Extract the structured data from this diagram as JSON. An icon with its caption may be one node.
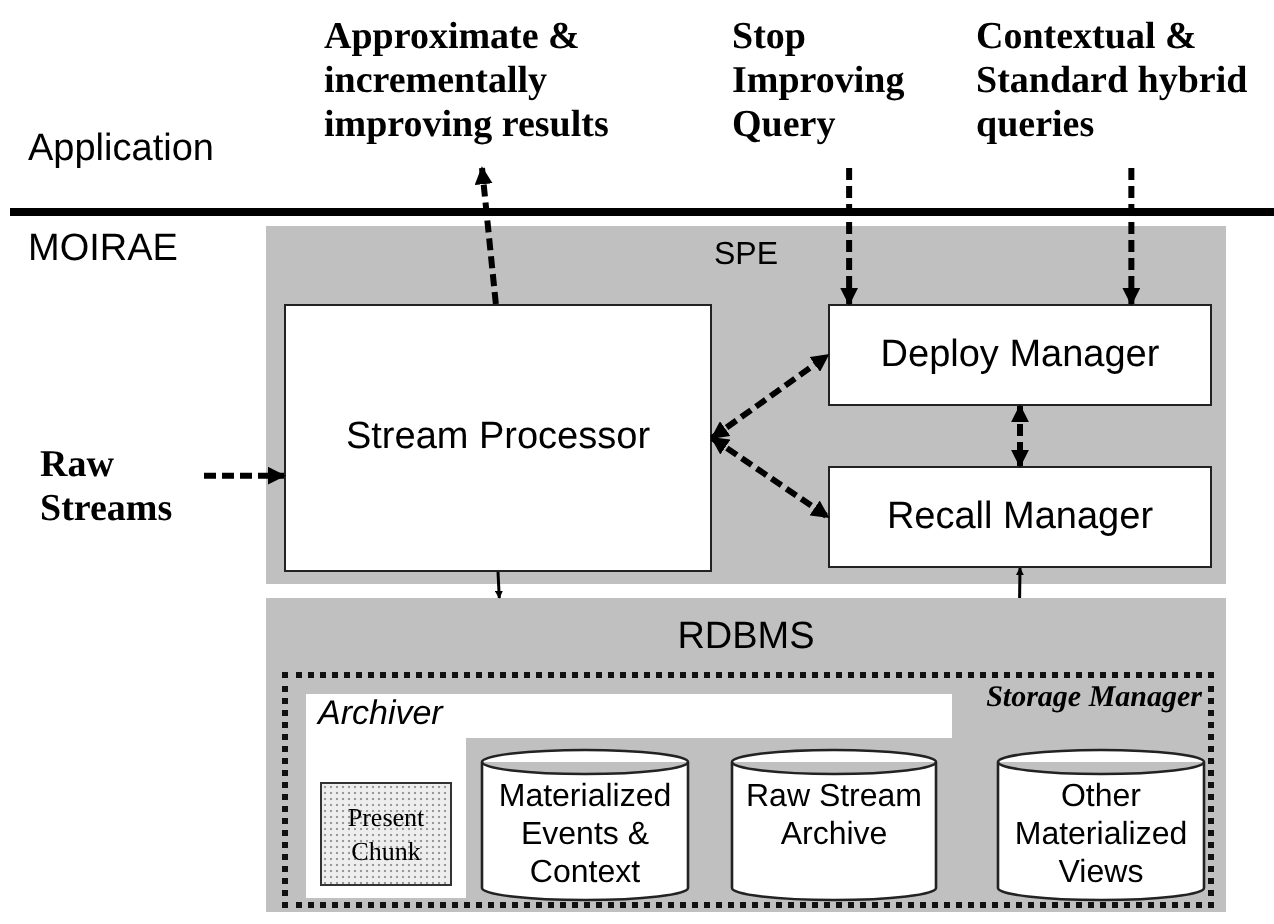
{
  "diagram": {
    "nodes": [
      {
        "text": [
          "Approximate & incrementally improving results"
        ]
      },
      {
        "text": [
          "Stop Improving Query"
        ]
      },
      {
        "text": [
          "Contextual & Standard hybrid queries"
        ]
      },
      {
        "text": [
          "SPE"
        ]
      },
      {
        "text": [
          "Stream Processor"
        ],
        "in": 3
      },
      {
        "text": [
          "Deploy Manager"
        ],
        "in": 3
      },
      {
        "text": [
          "Recall Manager"
        ],
        "in": 3
      },
      {
        "text": [
          "Raw Streams"
        ]
      },
      {
        "text": [
          "RDBMS"
        ]
      },
      {
        "text": [
          "Storage Manager"
        ],
        "in": 8
      },
      {
        "text": [
          "Archiver"
        ],
        "in": 9
      },
      {
        "text": [
          "Present Chunk"
        ],
        "in": 10
      },
      {
        "text": [
          "Materialized Events & Context"
        ],
        "in": 9
      },
      {
        "text": [
          "Raw Stream Archive"
        ],
        "in": 9
      },
      {
        "text": [
          "Other Materialized Views"
        ],
        "in": 9
      }
    ],
    "edges": [
      {
        "from": 4,
        "to": 0,
        "arrow": "to",
        "style": "dashed"
      },
      {
        "from": 1,
        "to": 5,
        "arrow": "to",
        "style": "dashed"
      },
      {
        "from": 2,
        "to": 5,
        "arrow": "to",
        "style": "dashed"
      },
      {
        "from": 7,
        "to": 4,
        "arrow": "to",
        "style": "dashed"
      },
      {
        "from": 4,
        "to": 5,
        "arrow": "both",
        "style": "dashed"
      },
      {
        "from": 4,
        "to": 6,
        "arrow": "both",
        "style": "dashed"
      },
      {
        "from": 5,
        "to": 6,
        "arrow": "both",
        "style": "dashed"
      },
      {
        "from": 4,
        "to": 8,
        "arrow": "to"
      },
      {
        "from": 8,
        "to": 6,
        "arrow": "to"
      }
    ],
    "labels": [
      "Application",
      "MOIRAE"
    ]
  }
}
